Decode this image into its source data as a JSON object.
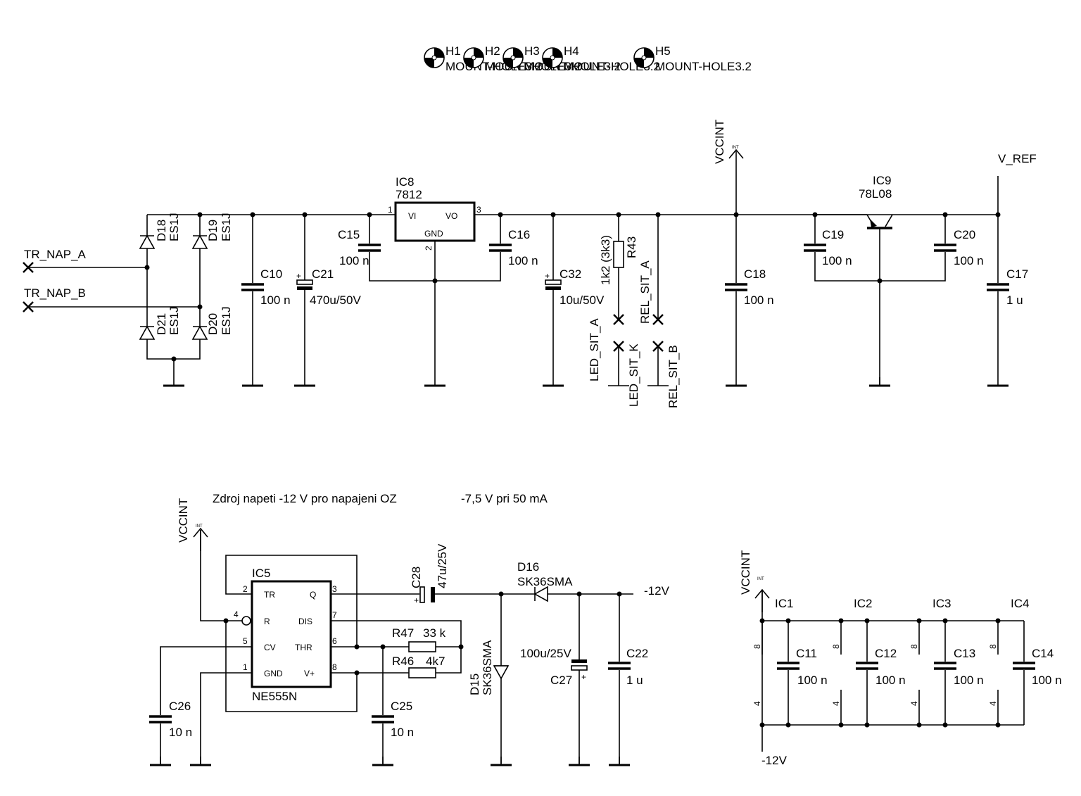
{
  "mount_holes": [
    {
      "ref": "H1",
      "value": "MOUNT-HOLE3.2"
    },
    {
      "ref": "H2",
      "value": "MOUNT-HOLE3.2"
    },
    {
      "ref": "H3",
      "value": "MOUNT-HOLE3.2"
    },
    {
      "ref": "H4",
      "value": "MOUNT-HOLE3.2"
    },
    {
      "ref": "H5",
      "value": "MOUNT-HOLE3.2"
    }
  ],
  "nets": {
    "tr_nap_a": "TR_NAP_A",
    "tr_nap_b": "TR_NAP_B",
    "vccint": "VCCINT",
    "int": "INT",
    "v_ref": "V_REF",
    "led_sit_a": "LED_SIT_A",
    "led_sit_k": "LED_SIT_K",
    "rel_sit_a": "REL_SIT_A",
    "rel_sit_b": "REL_SIT_B",
    "minus12v": "-12V"
  },
  "diodes": {
    "d18": {
      "ref": "D18",
      "value": "ES1J"
    },
    "d19": {
      "ref": "D19",
      "value": "ES1J"
    },
    "d20": {
      "ref": "D20",
      "value": "ES1J"
    },
    "d21": {
      "ref": "D21",
      "value": "ES1J"
    },
    "d15": {
      "ref": "D15",
      "value": "SK36SMA"
    },
    "d16": {
      "ref": "D16",
      "value": "SK36SMA"
    }
  },
  "capacitors": {
    "c10": {
      "ref": "C10",
      "value": "100 n"
    },
    "c21": {
      "ref": "C21",
      "value": "470u/50V"
    },
    "c15": {
      "ref": "C15",
      "value": "100 n"
    },
    "c16": {
      "ref": "C16",
      "value": "100 n"
    },
    "c32": {
      "ref": "C32",
      "value": "10u/50V"
    },
    "c18": {
      "ref": "C18",
      "value": "100 n"
    },
    "c19": {
      "ref": "C19",
      "value": "100 n"
    },
    "c20": {
      "ref": "C20",
      "value": "100 n"
    },
    "c17": {
      "ref": "C17",
      "value": "1 u"
    },
    "c26": {
      "ref": "C26",
      "value": "10 n"
    },
    "c25": {
      "ref": "C25",
      "value": "10 n"
    },
    "c28": {
      "ref": "C28",
      "value": "47u/25V"
    },
    "c27": {
      "ref": "C27",
      "value": "100u/25V"
    },
    "c22": {
      "ref": "C22",
      "value": "1 u"
    },
    "c11": {
      "ref": "C11",
      "value": "100 n"
    },
    "c12": {
      "ref": "C12",
      "value": "100 n"
    },
    "c13": {
      "ref": "C13",
      "value": "100 n"
    },
    "c14": {
      "ref": "C14",
      "value": "100 n"
    }
  },
  "resistors": {
    "r43": {
      "ref": "R43",
      "value": "1k2 (3k3)"
    },
    "r47": {
      "ref": "R47",
      "value": "33 k"
    },
    "r46": {
      "ref": "R46",
      "value": "4k7"
    }
  },
  "ic8": {
    "ref": "IC8",
    "value": "7812",
    "vi": "VI",
    "vo": "VO",
    "gnd": "GND",
    "p1": "1",
    "p2": "2",
    "p3": "3"
  },
  "ic9": {
    "ref": "IC9",
    "value": "78L08"
  },
  "ic5": {
    "ref": "IC5",
    "value": "NE555N",
    "pins": {
      "tr": "TR",
      "q": "Q",
      "r": "R",
      "dis": "DIS",
      "cv": "CV",
      "thr": "THR",
      "gnd": "GND",
      "vp": "V+"
    },
    "nums": {
      "p1": "1",
      "p2": "2",
      "p3": "3",
      "p4": "4",
      "p5": "5",
      "p6": "6",
      "p7": "7",
      "p8": "8"
    }
  },
  "supply_ics": [
    {
      "ref": "IC1",
      "p8": "8",
      "p4": "4"
    },
    {
      "ref": "IC2",
      "p8": "8",
      "p4": "4"
    },
    {
      "ref": "IC3",
      "p8": "8",
      "p4": "4"
    },
    {
      "ref": "IC4",
      "p8": "8",
      "p4": "4"
    }
  ],
  "notes": {
    "title": "Zdroj napeti -12 V pro napajeni OZ",
    "current": "-7,5 V pri 50 mA"
  }
}
